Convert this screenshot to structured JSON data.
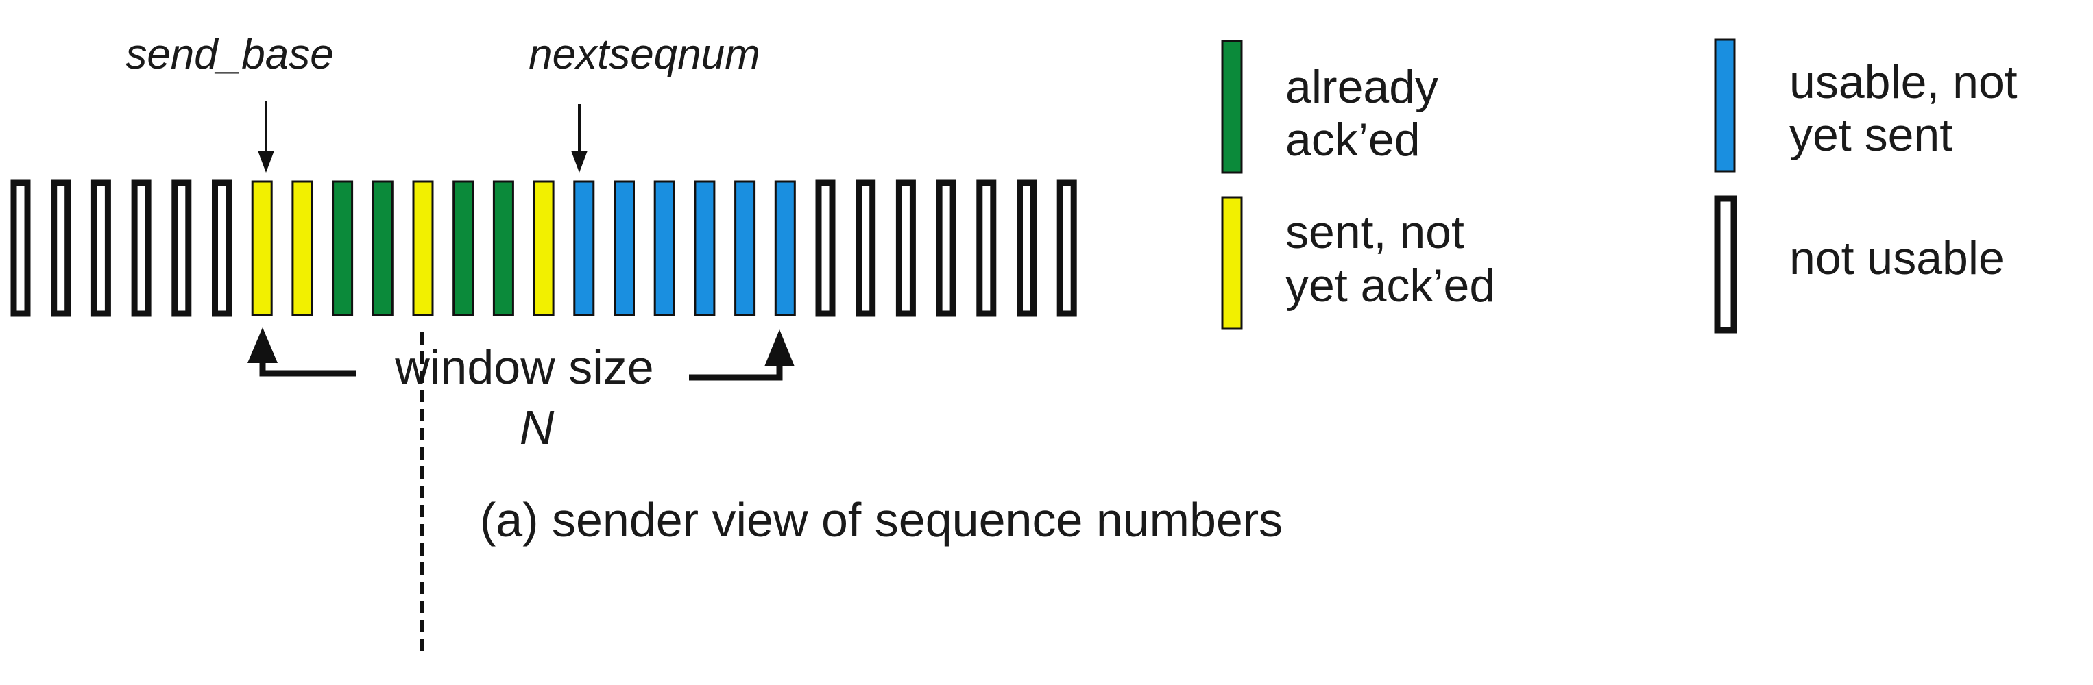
{
  "colors": {
    "acked": "#0b8a3a",
    "sent_not_acked": "#f2f000",
    "usable_not_sent": "#1a8fe0",
    "not_usable": "#ffffff",
    "outline": "#111111"
  },
  "labels": {
    "send_base": "send_base",
    "nextseqnum": "nextseqnum",
    "window_size": "window size",
    "window_N": "N",
    "caption": "(a) sender view of sequence numbers"
  },
  "sequence": [
    "not_usable",
    "not_usable",
    "not_usable",
    "not_usable",
    "not_usable",
    "not_usable",
    "sent_not_acked",
    "sent_not_acked",
    "acked",
    "acked",
    "sent_not_acked",
    "acked",
    "acked",
    "sent_not_acked",
    "usable_not_sent",
    "usable_not_sent",
    "usable_not_sent",
    "usable_not_sent",
    "usable_not_sent",
    "usable_not_sent",
    "not_usable",
    "not_usable",
    "not_usable",
    "not_usable",
    "not_usable",
    "not_usable",
    "not_usable"
  ],
  "legend": [
    {
      "key": "acked",
      "lines": [
        "already",
        "ack’ed"
      ]
    },
    {
      "key": "usable_not_sent",
      "lines": [
        "usable, not",
        "yet sent"
      ]
    },
    {
      "key": "sent_not_acked",
      "lines": [
        "sent, not",
        "yet ack’ed"
      ]
    },
    {
      "key": "not_usable",
      "lines": [
        "not usable"
      ]
    }
  ]
}
